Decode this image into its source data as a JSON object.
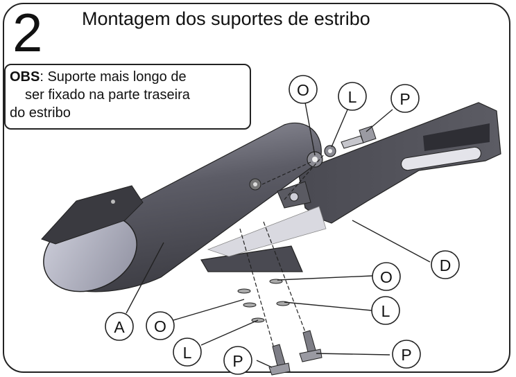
{
  "step": {
    "number": "2",
    "title": "Montagem dos suportes de estribo"
  },
  "note": {
    "label": "OBS",
    "line1_rest": ": Suporte mais longo de",
    "line2": "ser fixado na parte traseira",
    "line3": "do estribo"
  },
  "callouts": {
    "top_o": "O",
    "top_l": "L",
    "top_p": "P",
    "d": "D",
    "right_o": "O",
    "right_l": "L",
    "right_p": "P",
    "a": "A",
    "bottom_o": "O",
    "bottom_l": "L",
    "bottom_p": "P"
  }
}
